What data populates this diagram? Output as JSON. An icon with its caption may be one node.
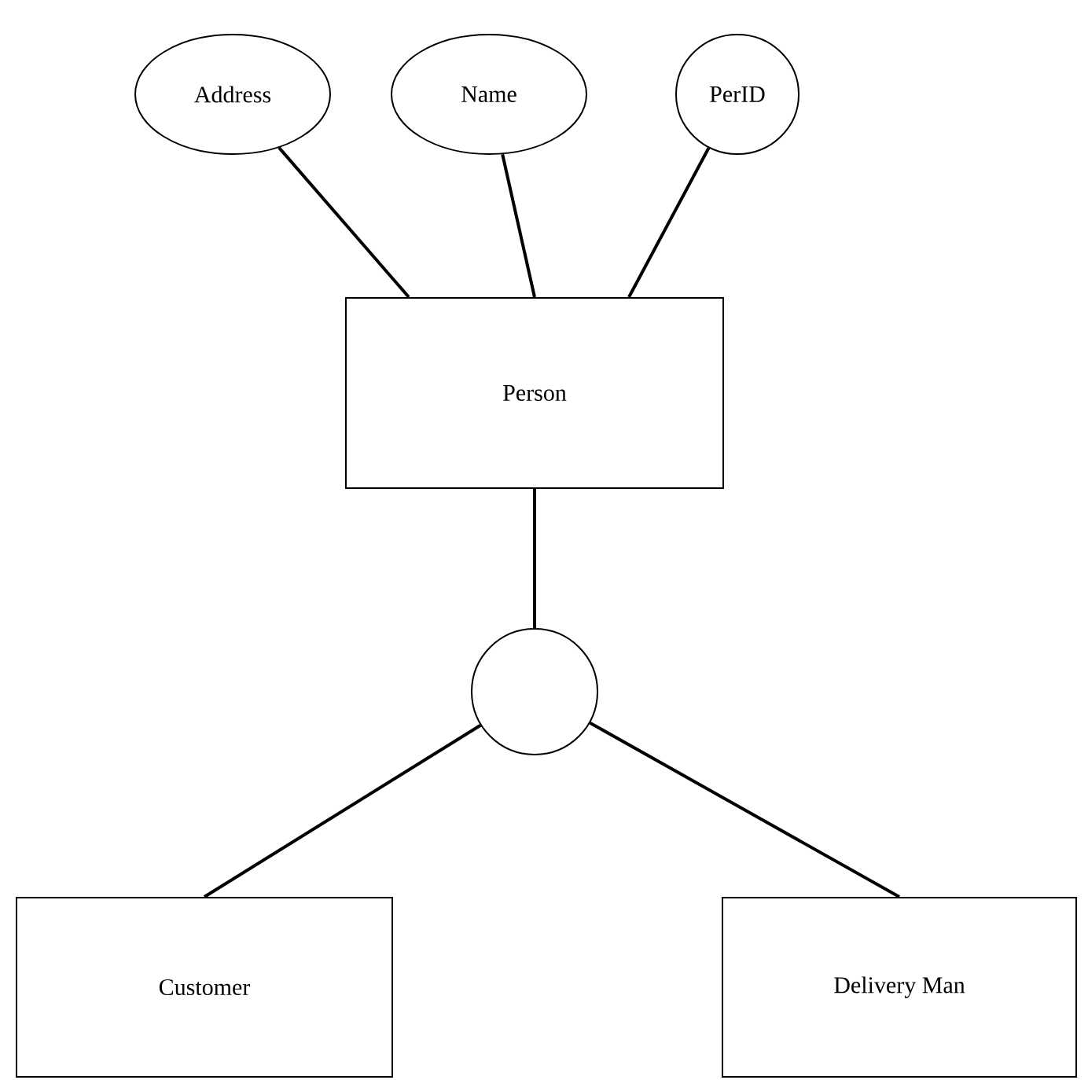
{
  "diagram": {
    "nodes": [
      {
        "text": [
          "Address"
        ]
      },
      {
        "text": [
          "Name"
        ]
      },
      {
        "text": [
          "PerID"
        ]
      },
      {
        "text": [
          "Person"
        ]
      },
      {
        "text": [],
        "shape": "circle"
      },
      {
        "text": [
          "Customer"
        ]
      },
      {
        "text": [
          "Delivery Man"
        ]
      }
    ],
    "edges": [
      {
        "from": 0,
        "to": 3,
        "arrow": "none"
      },
      {
        "from": 1,
        "to": 3,
        "arrow": "none"
      },
      {
        "from": 2,
        "to": 3,
        "arrow": "none"
      },
      {
        "from": 3,
        "to": 4,
        "arrow": "none"
      },
      {
        "from": 4,
        "to": 5,
        "arrow": "none"
      },
      {
        "from": 4,
        "to": 6,
        "arrow": "none"
      }
    ]
  }
}
